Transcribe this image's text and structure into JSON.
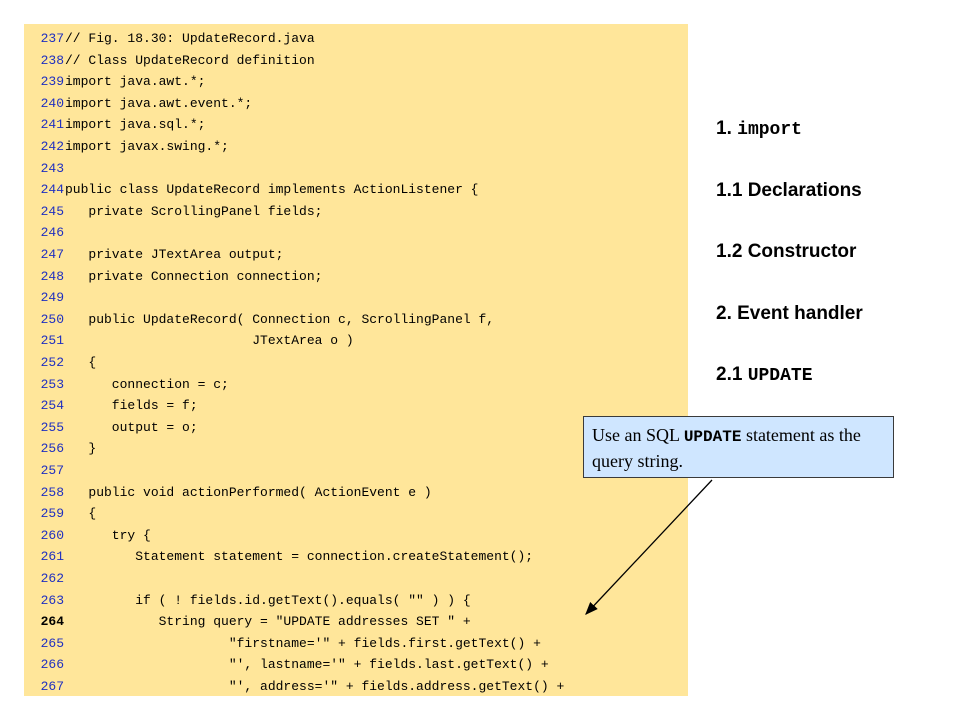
{
  "code": {
    "lines": [
      {
        "num": "237",
        "text": "// Fig. 18.30: UpdateRecord.java"
      },
      {
        "num": "238",
        "text": "// Class UpdateRecord definition"
      },
      {
        "num": "239",
        "text": "import java.awt.*;"
      },
      {
        "num": "240",
        "text": "import java.awt.event.*;"
      },
      {
        "num": "241",
        "text": "import java.sql.*;"
      },
      {
        "num": "242",
        "text": "import javax.swing.*;"
      },
      {
        "num": "243",
        "text": ""
      },
      {
        "num": "244",
        "text": "public class UpdateRecord implements ActionListener {"
      },
      {
        "num": "245",
        "text": "   private ScrollingPanel fields;"
      },
      {
        "num": "246",
        "text": ""
      },
      {
        "num": "247",
        "text": "   private JTextArea output;"
      },
      {
        "num": "248",
        "text": "   private Connection connection;"
      },
      {
        "num": "249",
        "text": ""
      },
      {
        "num": "250",
        "text": "   public UpdateRecord( Connection c, ScrollingPanel f,"
      },
      {
        "num": "251",
        "text": "                        JTextArea o )"
      },
      {
        "num": "252",
        "text": "   {"
      },
      {
        "num": "253",
        "text": "      connection = c;"
      },
      {
        "num": "254",
        "text": "      fields = f;"
      },
      {
        "num": "255",
        "text": "      output = o;"
      },
      {
        "num": "256",
        "text": "   }"
      },
      {
        "num": "257",
        "text": ""
      },
      {
        "num": "258",
        "text": "   public void actionPerformed( ActionEvent e )"
      },
      {
        "num": "259",
        "text": "   {"
      },
      {
        "num": "260",
        "text": "      try {"
      },
      {
        "num": "261",
        "text": "         Statement statement = connection.createStatement();"
      },
      {
        "num": "262",
        "text": ""
      },
      {
        "num": "263",
        "text": "         if ( ! fields.id.getText().equals( \"\" ) ) {"
      },
      {
        "num": "264",
        "text": "            String query = \"UPDATE addresses SET \" +"
      },
      {
        "num": "265",
        "text": "                     \"firstname='\" + fields.first.getText() +"
      },
      {
        "num": "266",
        "text": "                     \"', lastname='\" + fields.last.getText() +"
      },
      {
        "num": "267",
        "text": "                     \"', address='\" + fields.address.getText() +"
      }
    ],
    "highlighted_line": "264"
  },
  "outline": [
    {
      "prefix": "1.",
      "label": "import",
      "mono": true
    },
    {
      "prefix": "",
      "label": "1.1 Declarations",
      "mono": false
    },
    {
      "prefix": "",
      "label": "1.2 Constructor",
      "mono": false
    },
    {
      "prefix": "",
      "label": "2. Event handler",
      "mono": false
    },
    {
      "prefix": "2.1",
      "label": "UPDATE",
      "mono": true
    }
  ],
  "callout": {
    "before": "Use an SQL ",
    "keyword": "UPDATE",
    "after": " statement as the query string."
  },
  "colors": {
    "code_background": "#ffe69a",
    "line_number": "#1f2fc0",
    "callout_background": "#cfe6ff"
  }
}
